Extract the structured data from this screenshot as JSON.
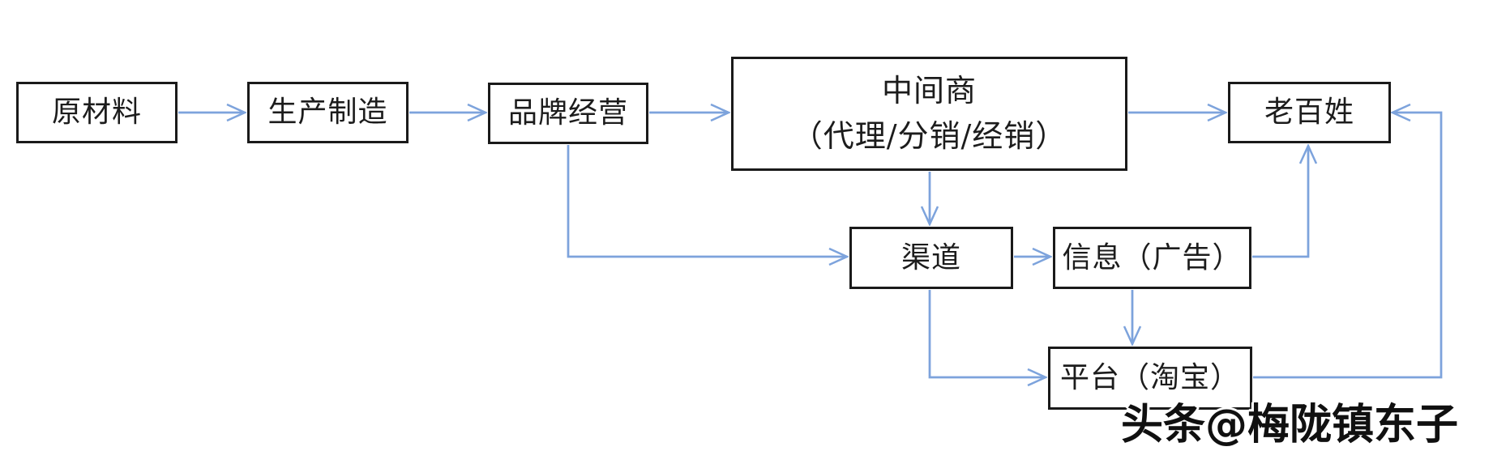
{
  "colors": {
    "arrow": "#7da3dc",
    "border": "#1a1a1a",
    "text": "#1c1c1c",
    "background": "#ffffff",
    "watermark": "#101010"
  },
  "nodes": {
    "raw": {
      "label": "原材料"
    },
    "production": {
      "label": "生产制造"
    },
    "brand": {
      "label": "品牌经营"
    },
    "middleman": {
      "line1": "中间商",
      "line2": "（代理/分销/经销）"
    },
    "consumer": {
      "label": "老百姓"
    },
    "channel": {
      "label": "渠道"
    },
    "info": {
      "label": "信息（广告）"
    },
    "platform": {
      "label": "平台（淘宝）"
    }
  },
  "edges": [
    {
      "from": "raw",
      "to": "production"
    },
    {
      "from": "production",
      "to": "brand"
    },
    {
      "from": "brand",
      "to": "middleman"
    },
    {
      "from": "middleman",
      "to": "consumer"
    },
    {
      "from": "brand",
      "to": "channel"
    },
    {
      "from": "middleman",
      "to": "channel"
    },
    {
      "from": "channel",
      "to": "info"
    },
    {
      "from": "info",
      "to": "consumer"
    },
    {
      "from": "channel",
      "to": "platform"
    },
    {
      "from": "info",
      "to": "platform"
    },
    {
      "from": "platform",
      "to": "consumer"
    }
  ],
  "watermark": {
    "text": "头条@梅陇镇东子"
  }
}
